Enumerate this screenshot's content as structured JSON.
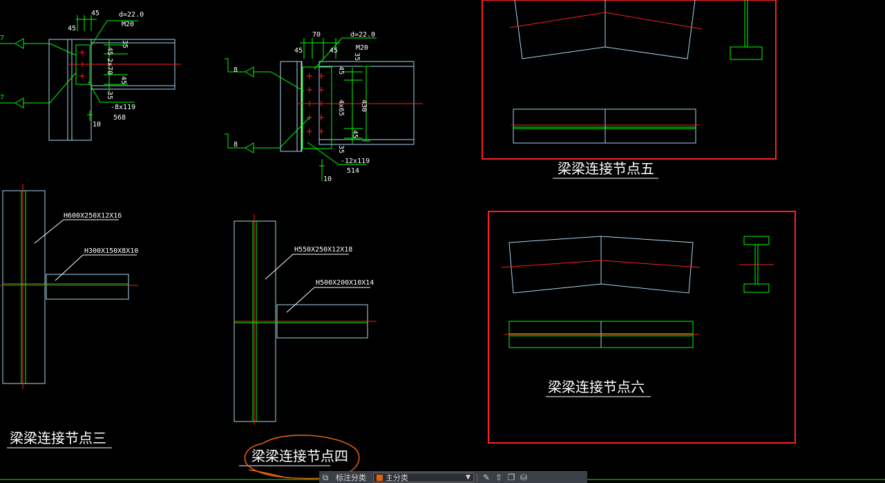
{
  "colors": {
    "background": "#000000",
    "steel": "#a8d8f0",
    "weld": "#00ff00",
    "axis": "#ff2020",
    "text": "#ffffff",
    "frame": "#ff2020",
    "markup": "#e06010",
    "toolbar": "#3b3f46"
  },
  "node3": {
    "title": "梁梁连接节点三",
    "dim_top": "45",
    "dim_left": "45",
    "bolt_spec": "d=22.0",
    "bolt_name": "M20",
    "dim_35a": "35",
    "dim_45a": "45",
    "dim_2x70": "2x70",
    "dim_45b": "45",
    "dim_35b": "35",
    "plate_spec": "-8x119",
    "plate_len": "568",
    "weld_size": "10",
    "weld_mark_a": "7",
    "weld_mark_b": "7",
    "column_spec": "H600X250X12X16",
    "beam_spec": "H300X150X8X10"
  },
  "node4": {
    "title": "梁梁连接节点四",
    "dim_70": "70",
    "dim_45a": "45",
    "dim_45b": "45",
    "bolt_spec": "d=22.0",
    "bolt_name": "M20",
    "dim_35a": "35",
    "dim_45c": "45",
    "dim_4x65": "4x65",
    "dim_430": "430",
    "dim_45d": "45",
    "dim_35b": "35",
    "plate_spec": "-12x119",
    "plate_len": "514",
    "weld_size": "10",
    "weld_mark_a": "8",
    "weld_mark_b": "8",
    "column_spec": "H550X250X12X18",
    "beam_spec": "H500X200X10X14"
  },
  "node5": {
    "title": "梁梁连接节点五"
  },
  "node6": {
    "title": "梁梁连接节点六"
  },
  "toolbar": {
    "annotate_label": "标注分类",
    "layer_value": "主分类"
  }
}
